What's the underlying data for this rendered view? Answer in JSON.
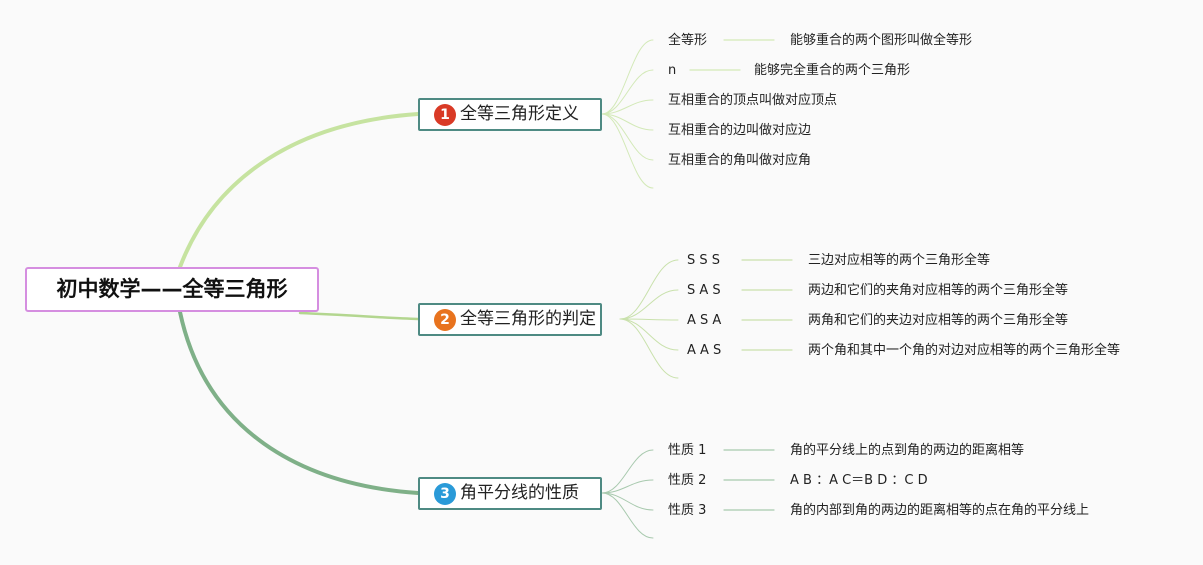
{
  "root": {
    "title": "初中数学——全等三角形"
  },
  "branches": [
    {
      "number": "1",
      "title": "全等三角形定义",
      "badge_color": "#d93a26",
      "link_color": "#c6e3a0",
      "items": [
        {
          "term": "全等形",
          "desc": "能够重合的两个图形叫做全等形"
        },
        {
          "term": "n",
          "desc": "能够完全重合的两个三角形"
        },
        {
          "term": "互相重合的顶点叫做对应顶点",
          "desc": ""
        },
        {
          "term": "互相重合的边叫做对应边",
          "desc": ""
        },
        {
          "term": "互相重合的角叫做对应角",
          "desc": ""
        }
      ]
    },
    {
      "number": "2",
      "title": "全等三角形的判定",
      "badge_color": "#e8731e",
      "link_color": "#b3d68f",
      "items": [
        {
          "term": "S S S",
          "desc": "三边对应相等的两个三角形全等"
        },
        {
          "term": "S A S",
          "desc": "两边和它们的夹角对应相等的两个三角形全等"
        },
        {
          "term": "A S A",
          "desc": "两角和它们的夹边对应相等的两个三角形全等"
        },
        {
          "term": "A A S",
          "desc": "两个角和其中一个角的对边对应相等的两个三角形全等"
        }
      ]
    },
    {
      "number": "3",
      "title": "角平分线的性质",
      "badge_color": "#2a9ad8",
      "link_color": "#7fb088",
      "items": [
        {
          "term": "性质 1",
          "desc": "角的平分线上的点到角的两边的距离相等"
        },
        {
          "term": "性质 2",
          "desc": "A B ：A C＝B D ：C D"
        },
        {
          "term": "性质 3",
          "desc": "角的内部到角的两边的距离相等的点在角的平分线上"
        }
      ]
    }
  ]
}
